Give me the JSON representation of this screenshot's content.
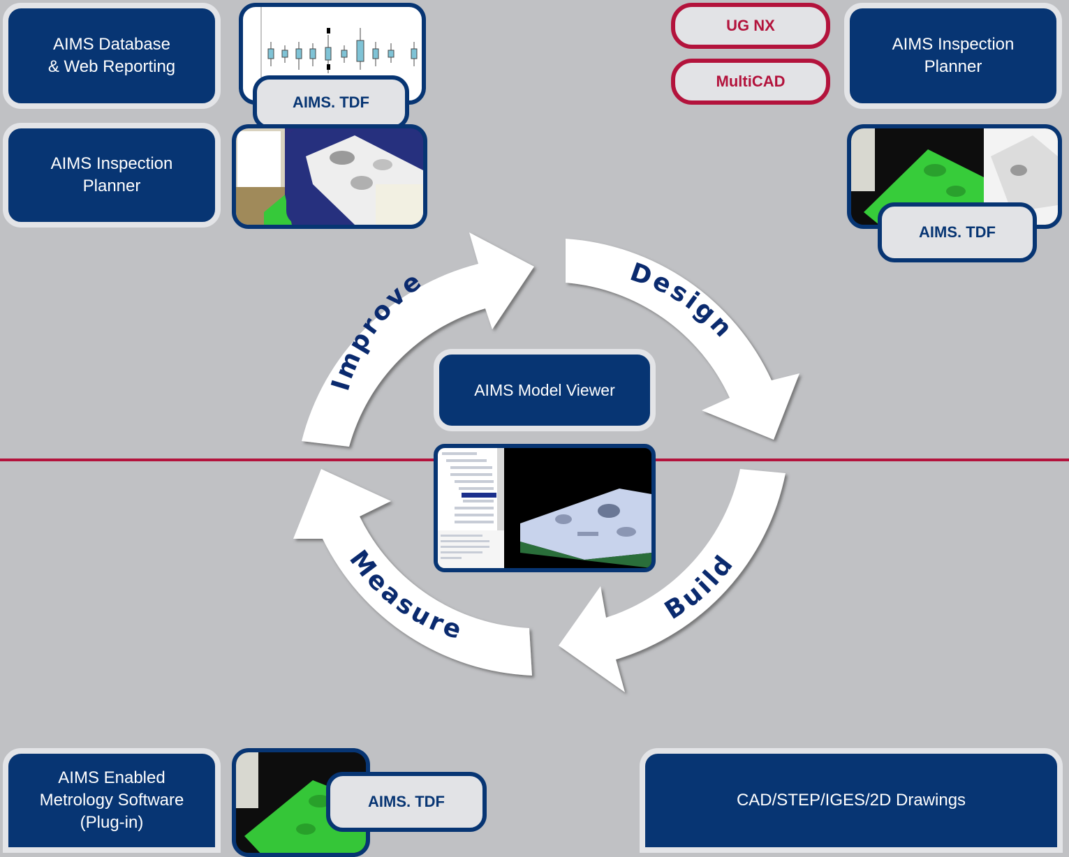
{
  "colors": {
    "background": "#c0c1c4",
    "box_fill": "#073573",
    "box_border": "#e3e4e7",
    "tag_fill": "#e2e3e6",
    "accent_red": "#b3133c",
    "arrow_fill": "#ffffff",
    "phase_text": "#0a2a6e"
  },
  "boxes": {
    "database": "AIMS Database\n& Web Reporting",
    "planner_left": "AIMS Inspection\nPlanner",
    "planner_right": "AIMS Inspection\nPlanner",
    "model_viewer": "AIMS Model Viewer",
    "metrology": "AIMS Enabled\nMetrology Software\n(Plug-in)",
    "cad": "CAD/STEP/IGES/2D Drawings"
  },
  "tags": {
    "tdf_top": "AIMS. TDF",
    "tdf_right": "AIMS. TDF",
    "tdf_bottom": "AIMS. TDF"
  },
  "cad_systems": {
    "ug_nx": "UG NX",
    "multicad": "MultiCAD"
  },
  "cycle": {
    "improve": "Improve",
    "design": "Design",
    "build": "Build",
    "measure": "Measure"
  }
}
